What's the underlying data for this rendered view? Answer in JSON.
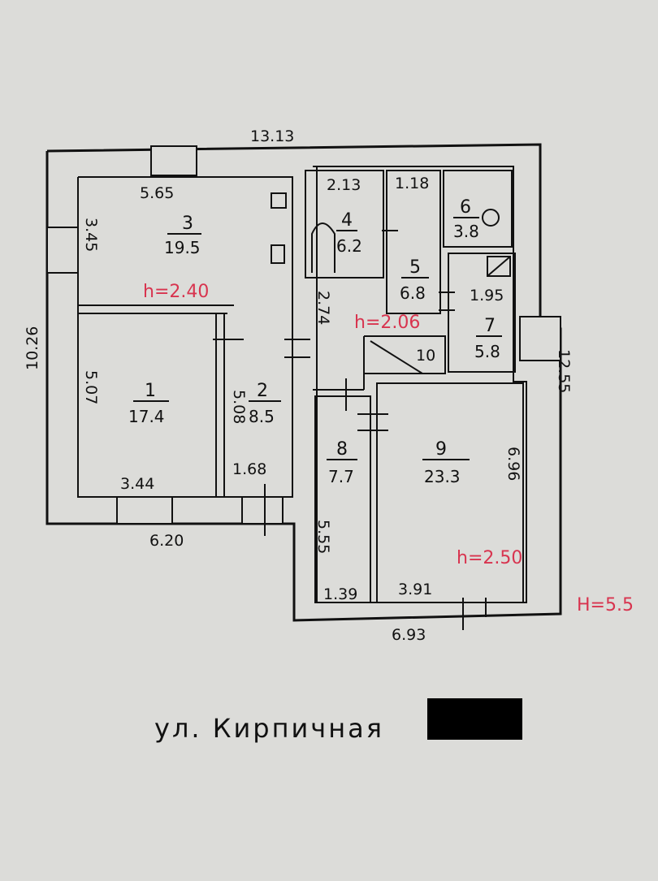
{
  "plan": {
    "overall": {
      "width_top": "13.13",
      "height_left": "10.26",
      "height_right": "12.55",
      "H": "H=5.5"
    },
    "rooms": [
      {
        "number": "3",
        "area": "19.5",
        "dims": [
          "5.65",
          "3.45"
        ]
      },
      {
        "number": "1",
        "area": "17.4",
        "dims": [
          "3.44",
          "5.07"
        ]
      },
      {
        "number": "2",
        "area": "8.5",
        "dims": [
          "1.68",
          "5.08"
        ]
      },
      {
        "number": "4",
        "area": "6.2",
        "dims": [
          "2.13"
        ]
      },
      {
        "number": "5",
        "area": "6.8",
        "dims": [
          "1.18"
        ]
      },
      {
        "number": "6",
        "area": "3.8",
        "dims": []
      },
      {
        "number": "7",
        "area": "5.8",
        "dims": [
          "1.95"
        ]
      },
      {
        "number": "8",
        "area": "7.7",
        "dims": [
          "1.39",
          "5.55"
        ]
      },
      {
        "number": "9",
        "area": "23.3",
        "dims": [
          "3.91",
          "6.96"
        ]
      }
    ],
    "other_dims": {
      "bottom_left": "6.20",
      "bottom_right": "6.93",
      "stair": "10",
      "hall": "2.74"
    },
    "heights": {
      "h1": "h=2.40",
      "h2": "h=2.06",
      "h3": "h=2.50"
    }
  },
  "street": "ул. Кирпичная",
  "colors": {
    "paper": "#dcdcd9",
    "ink": "#111111",
    "height_mark": "#d8344f"
  }
}
